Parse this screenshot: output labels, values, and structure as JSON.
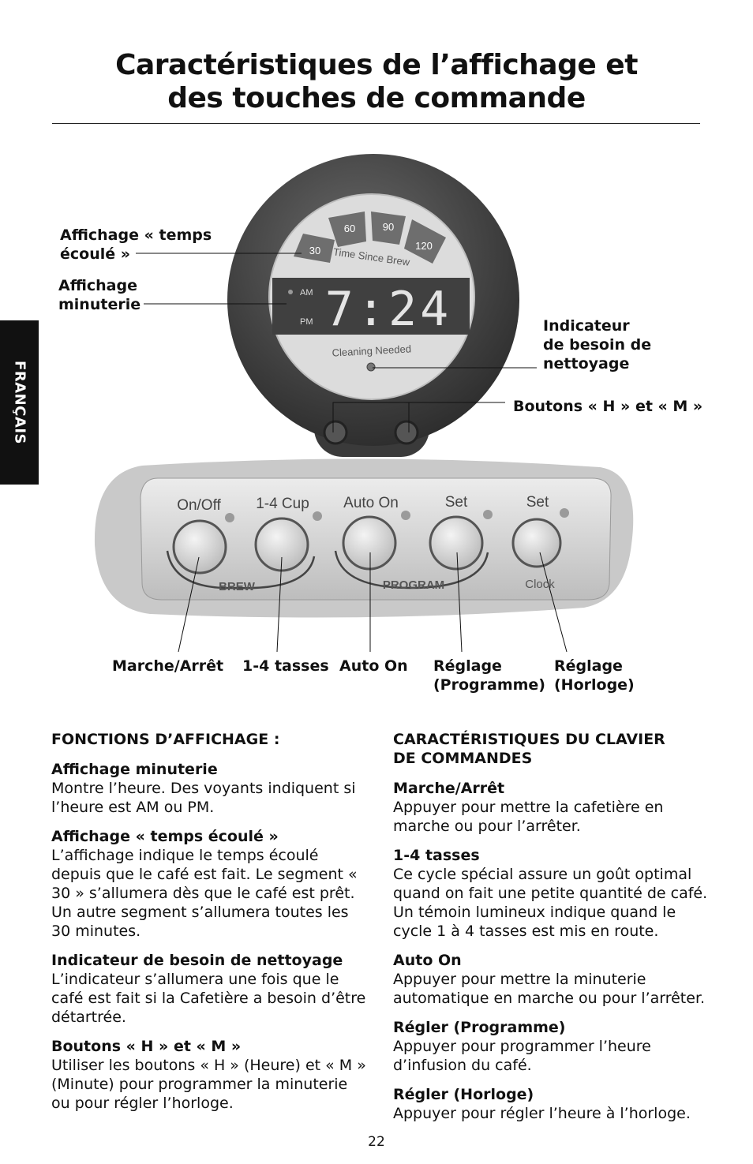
{
  "title_line1": "Caractéristiques de l’affichage et",
  "title_line2": "des touches de commande",
  "side_tab": "FRANÇAIS",
  "callouts": {
    "elapsed_line1": "Affichage « temps",
    "elapsed_line2": "écoulé »",
    "timer_line1": "Affichage",
    "timer_line2": "minuterie",
    "clean_line1": "Indicateur",
    "clean_line2": "de besoin de",
    "clean_line3": "nettoyage",
    "hm_buttons": "Boutons « H » et « M »",
    "onoff": "Marche/Arrêt",
    "cups": "1-4 tasses",
    "autoon": "Auto On",
    "set_prog_line1": "Réglage",
    "set_prog_line2": "(Programme)",
    "set_clock_line1": "Réglage",
    "set_clock_line2": "(Horloge)"
  },
  "device": {
    "segments": [
      "30",
      "60",
      "90",
      "120"
    ],
    "arc_text": "Time Since Brew",
    "time": "7:24",
    "am": "AM",
    "pm": "PM",
    "cleaning": "Cleaning Needed",
    "buttons": [
      "On/Off",
      "1-4 Cup",
      "Auto On",
      "Set",
      "Set"
    ],
    "group_brew": "BREW",
    "group_program": "PROGRAM",
    "group_clock": "Clock"
  },
  "left": {
    "heading": "FONCTIONS D’AFFICHAGE :",
    "items": [
      {
        "title": "Affichage minuterie",
        "body": "Montre l’heure. Des voyants indiquent si l’heure est AM ou PM."
      },
      {
        "title": "Affichage « temps écoulé »",
        "body": "L’affichage indique le temps écoulé depuis que le café est fait. Le segment « 30 » s’allumera dès que le café est prêt. Un autre segment s’allumera toutes les 30 minutes."
      },
      {
        "title": "Indicateur de besoin de nettoyage",
        "body": "L’indicateur s’allumera une fois que le café est fait si la Cafetière a besoin d’être détartrée."
      },
      {
        "title": "Boutons « H » et « M »",
        "body": "Utiliser les boutons « H » (Heure) et « M » (Minute) pour programmer la minuterie ou pour régler l’horloge."
      }
    ]
  },
  "right": {
    "heading_line1": "CARACTÉRISTIQUES DU CLAVIER",
    "heading_line2": "DE COMMANDES",
    "items": [
      {
        "title": "Marche/Arrêt",
        "body": "Appuyer pour mettre la cafetière en marche ou pour l’arrêter."
      },
      {
        "title": "1-4 tasses",
        "body": "Ce cycle spécial assure un goût optimal quand on fait une petite quantité de café. Un témoin lumineux indique quand le cycle 1 à 4 tasses est mis en route."
      },
      {
        "title": "Auto On",
        "body": "Appuyer pour mettre la minuterie automatique en marche ou pour l’arrêter."
      },
      {
        "title": "Régler (Programme)",
        "body": "Appuyer pour programmer l’heure d’infusion du café."
      },
      {
        "title": "Régler (Horloge)",
        "body": "Appuyer pour régler l’heure à l’horloge."
      }
    ]
  },
  "page_number": "22"
}
